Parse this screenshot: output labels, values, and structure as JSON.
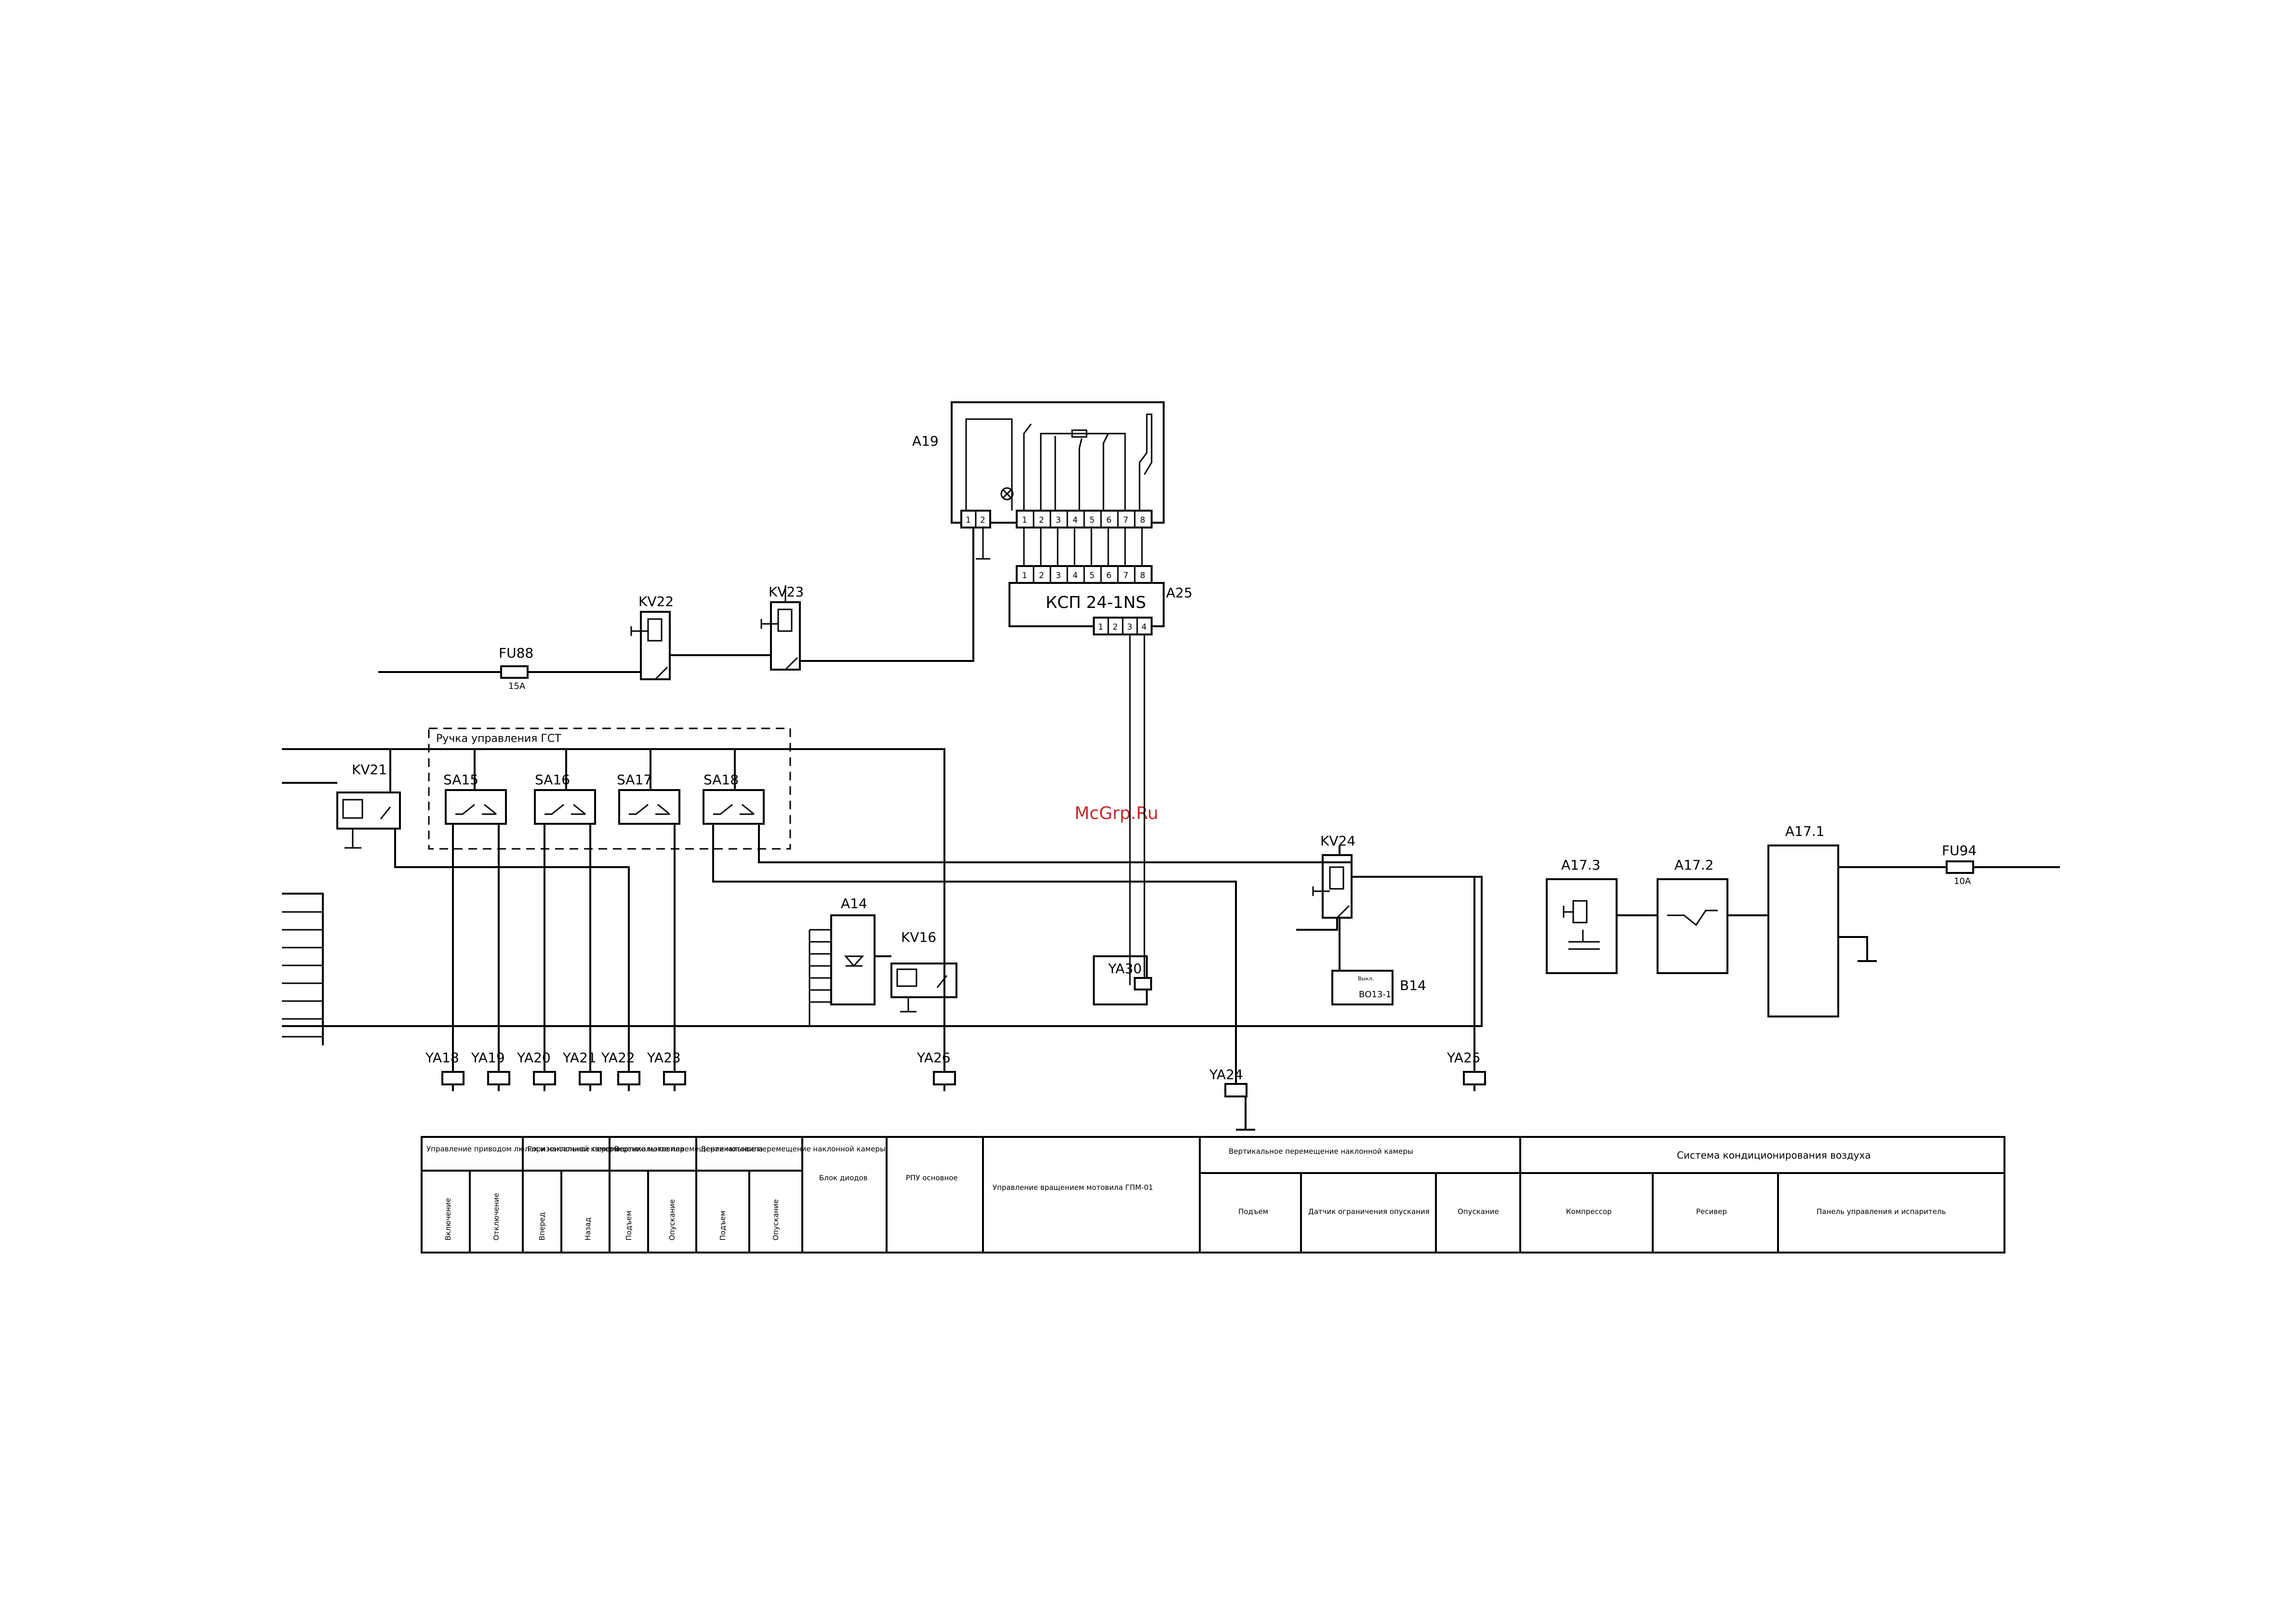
{
  "watermark": "McGrp.Ru",
  "components": {
    "a19": "A19",
    "a25": "A25",
    "a25_name": "КСП 24-1NS",
    "kv22": "KV22",
    "kv23": "KV23",
    "fu88": "FU88",
    "fu88_rating": "15А",
    "kv21": "KV21",
    "sa15": "SA15",
    "sa16": "SA16",
    "sa17": "SA17",
    "sa18": "SA18",
    "a14": "A14",
    "kv16": "KV16",
    "kv24": "KV24",
    "b14": "B14",
    "b14_name": "ВО13-1",
    "b14_off": "Выкл.",
    "a17_3": "A17.3",
    "a17_2": "A17.2",
    "a17_1": "A17.1",
    "fu94": "FU94",
    "fu94_rating": "10A",
    "ya30": "YA30",
    "ya18": "YA18",
    "ya19": "YA19",
    "ya20": "YA20",
    "ya21": "YA21",
    "ya22": "YA22",
    "ya23": "YA23",
    "ya26": "YA26",
    "ya24": "YA24",
    "ya25": "YA25"
  },
  "group_label": "Ручка управления ГСТ",
  "pins": {
    "a19_left": [
      "1",
      "2"
    ],
    "a19_right": [
      "1",
      "2",
      "3",
      "4",
      "5",
      "6",
      "7",
      "8"
    ],
    "a25_top": [
      "1",
      "2",
      "3",
      "4",
      "5",
      "6",
      "7",
      "8"
    ],
    "a25_bottom": [
      "1",
      "2",
      "3",
      "4"
    ]
  },
  "title_block": {
    "groups": [
      {
        "title": "Управление приводом люлек и наклонной камеры",
        "cols": [
          "Включение",
          "Отключение"
        ]
      },
      {
        "title": "Горизонтальное перемещение мотовила",
        "cols": [
          "Вперед",
          "Назад"
        ]
      },
      {
        "title": "Вертикальное перемещение мотовила",
        "cols": [
          "Подъем",
          "Опускание"
        ]
      },
      {
        "title": "Вертикальное перемещение наклонной камеры",
        "cols": [
          "Подъем",
          "Опускание"
        ]
      }
    ],
    "diode_block": "Блок диодов",
    "rpu": "РПУ основное",
    "reel_rotation": "Управление вращением мотовила ГПМ-01",
    "feeder_vertical": {
      "title": "Вертикальное перемещение наклонной камеры",
      "cols": [
        "Подъем",
        "Датчик ограничения опускания",
        "Опускание"
      ]
    },
    "air_conditioning": {
      "title": "Система кондиционирования воздуха",
      "cols": [
        "Компрессор",
        "Ресивер",
        "Панель управления и испаритель"
      ]
    }
  }
}
